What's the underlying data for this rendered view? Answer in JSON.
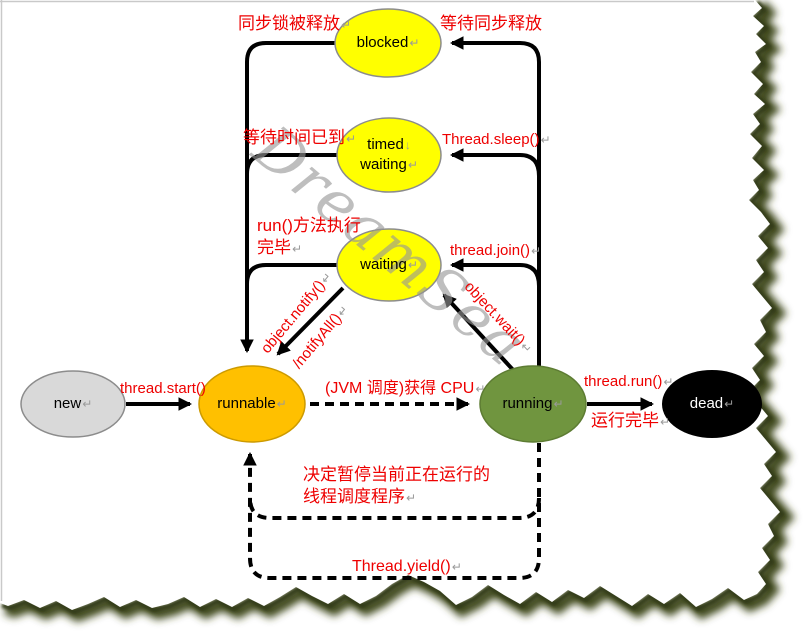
{
  "marks": {
    "return": "↵",
    "down": "↓"
  },
  "watermark": "DreamSea",
  "colors": {
    "label_red": "#ee0000",
    "node_yellow": "#ffff00",
    "node_orange": "#ffc000",
    "node_green": "#70953f",
    "node_gray": "#d9d9d9",
    "node_black": "#000000",
    "line_black": "#000000",
    "watermark_gray": "#969696",
    "tear_shadow": "#41491f"
  },
  "nodes": {
    "blocked": {
      "label": "blocked"
    },
    "timed_waiting": {
      "line1": "timed",
      "line2": "waiting"
    },
    "waiting": {
      "label": "waiting"
    },
    "new_state": {
      "label": "new"
    },
    "runnable": {
      "label": "runnable"
    },
    "running": {
      "label": "running"
    },
    "dead": {
      "label": "dead"
    }
  },
  "labels": {
    "sync_lock_released": "同步锁被释放",
    "wait_sync_release": "等待同步释放",
    "wait_time_up": "等待时间已到",
    "thread_sleep": "Thread.sleep()",
    "run_method_done_1": "run()方法执行",
    "run_method_done_2": "完毕",
    "thread_join": "thread.join()",
    "object_notify": "object.notify()",
    "notify_all": "/notifyAll()",
    "object_wait": "object.wait()",
    "thread_start": "thread.start()",
    "jvm_schedule_cpu": "(JVM 调度)获得 CPU",
    "thread_run": "thread.run()",
    "run_complete": "运行完毕",
    "yield_desc_1": "决定暂停当前正在运行的",
    "yield_desc_2": "线程调度程序",
    "thread_yield": "Thread.yield()"
  }
}
